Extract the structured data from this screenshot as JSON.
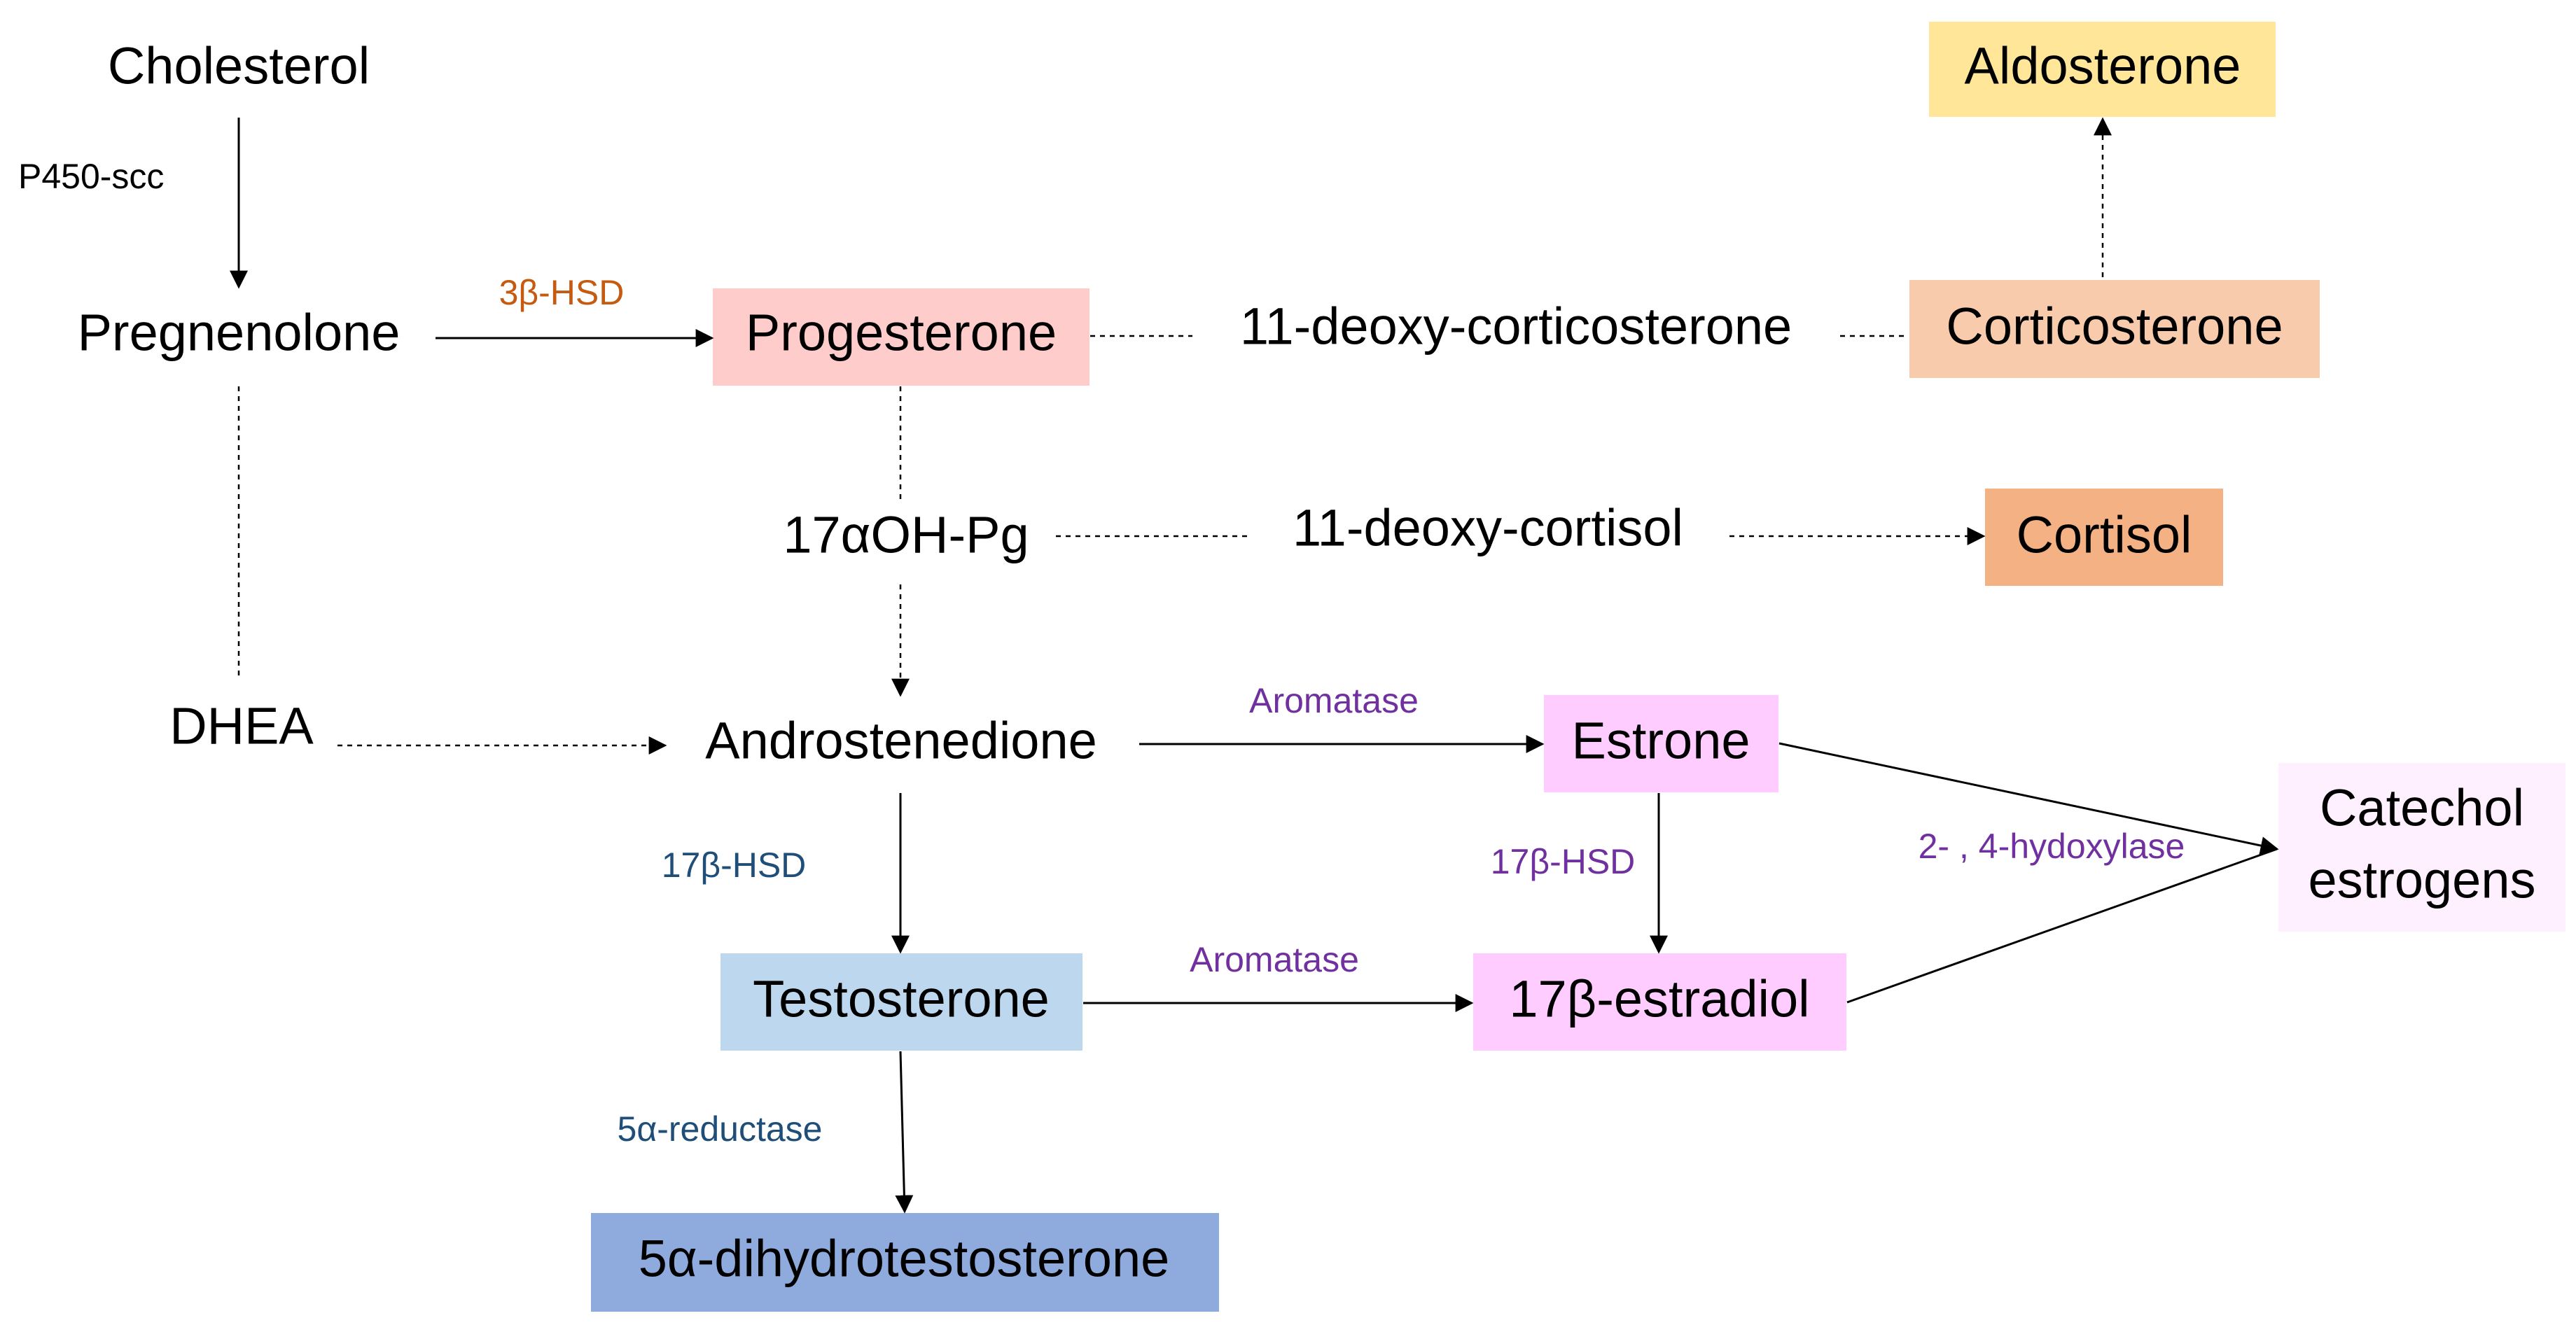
{
  "nodes": {
    "cholesterol": "Cholesterol",
    "pregnenolone": "Pregnenolone",
    "progesterone": "Progesterone",
    "deoxycorticosterone": "11-deoxy-corticosterone",
    "corticosterone": "Corticosterone",
    "aldosterone": "Aldosterone",
    "ohpg": "17αOH-Pg",
    "deoxycortisol": "11-deoxy-cortisol",
    "cortisol": "Cortisol",
    "dhea": "DHEA",
    "androstenedione": "Androstenedione",
    "estrone": "Estrone",
    "catechol_line1": "Catechol",
    "catechol_line2": "estrogens",
    "testosterone": "Testosterone",
    "estradiol": "17β-estradiol",
    "dht": "5α-dihydrotestosterone"
  },
  "enzymes": {
    "p450scc": "P450-scc",
    "hsd3b": "3β-HSD",
    "aromatase_top": "Aromatase",
    "hsd17b_left": "17β-HSD",
    "hsd17b_right": "17β-HSD",
    "hydroxylase": "2- , 4-hydoxylase",
    "aromatase_bottom": "Aromatase",
    "reductase": "5α-reductase"
  },
  "colors": {
    "text": "#000000",
    "arrow": "#000000",
    "enzyme_orange": "#c55a11",
    "enzyme_purple": "#7030a0",
    "enzyme_blue": "#1f4e79",
    "box_aldosterone": "#ffe699",
    "box_progesterone": "#ffcccc",
    "box_corticosterone": "#f8cbad",
    "box_cortisol": "#f4b183",
    "box_estrogen": "#ffccff",
    "box_catechol": "#fff0ff",
    "box_testosterone": "#bdd7ee",
    "box_dht": "#8faadc"
  }
}
